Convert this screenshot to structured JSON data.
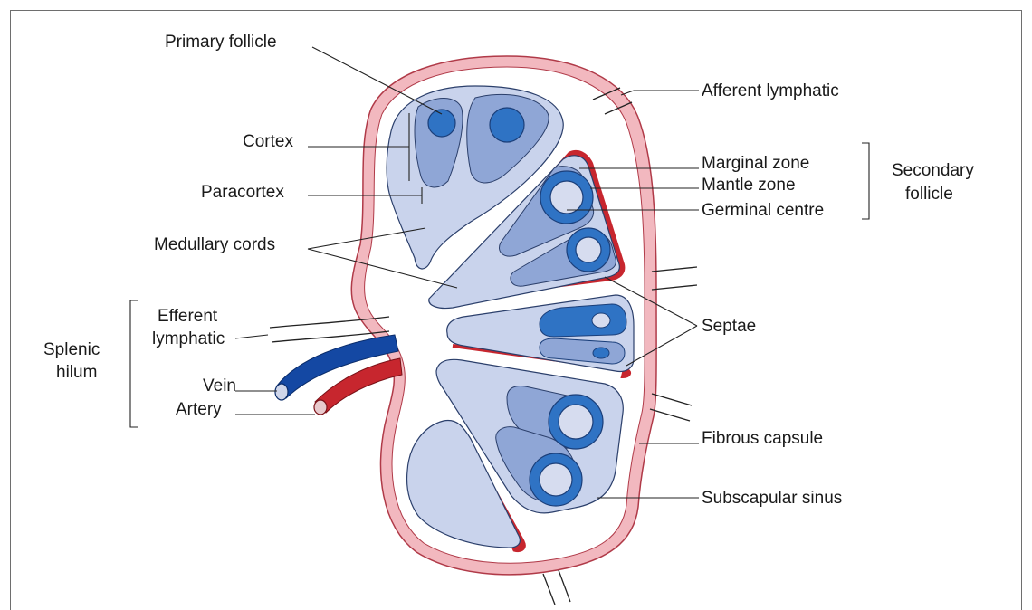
{
  "labels": {
    "primary_follicle": "Primary follicle",
    "cortex": "Cortex",
    "paracortex": "Paracortex",
    "medullary_cords": "Medullary cords",
    "efferent_lymphatic_1": "Efferent",
    "efferent_lymphatic_2": "lymphatic",
    "splenic_hilum_1": "Splenic",
    "splenic_hilum_2": "hilum",
    "vein": "Vein",
    "artery": "Artery",
    "afferent_lymphatic": "Afferent lymphatic",
    "marginal_zone": "Marginal zone",
    "mantle_zone": "Mantle zone",
    "germinal_centre": "Germinal centre",
    "secondary_follicle_1": "Secondary",
    "secondary_follicle_2": "follicle",
    "septae": "Septae",
    "fibrous_capsule": "Fibrous capsule",
    "subscapular_sinus": "Subscapular sinus"
  },
  "colors": {
    "capsule": "#f2b8bf",
    "capsule_edge": "#b03a48",
    "lobule": "#c9d3ec",
    "paracortex": "#8fa6d6",
    "follicle": "#2f73c4",
    "germinal_centre": "#d6dcef",
    "vein": "#1448a3",
    "artery": "#c7262e"
  }
}
